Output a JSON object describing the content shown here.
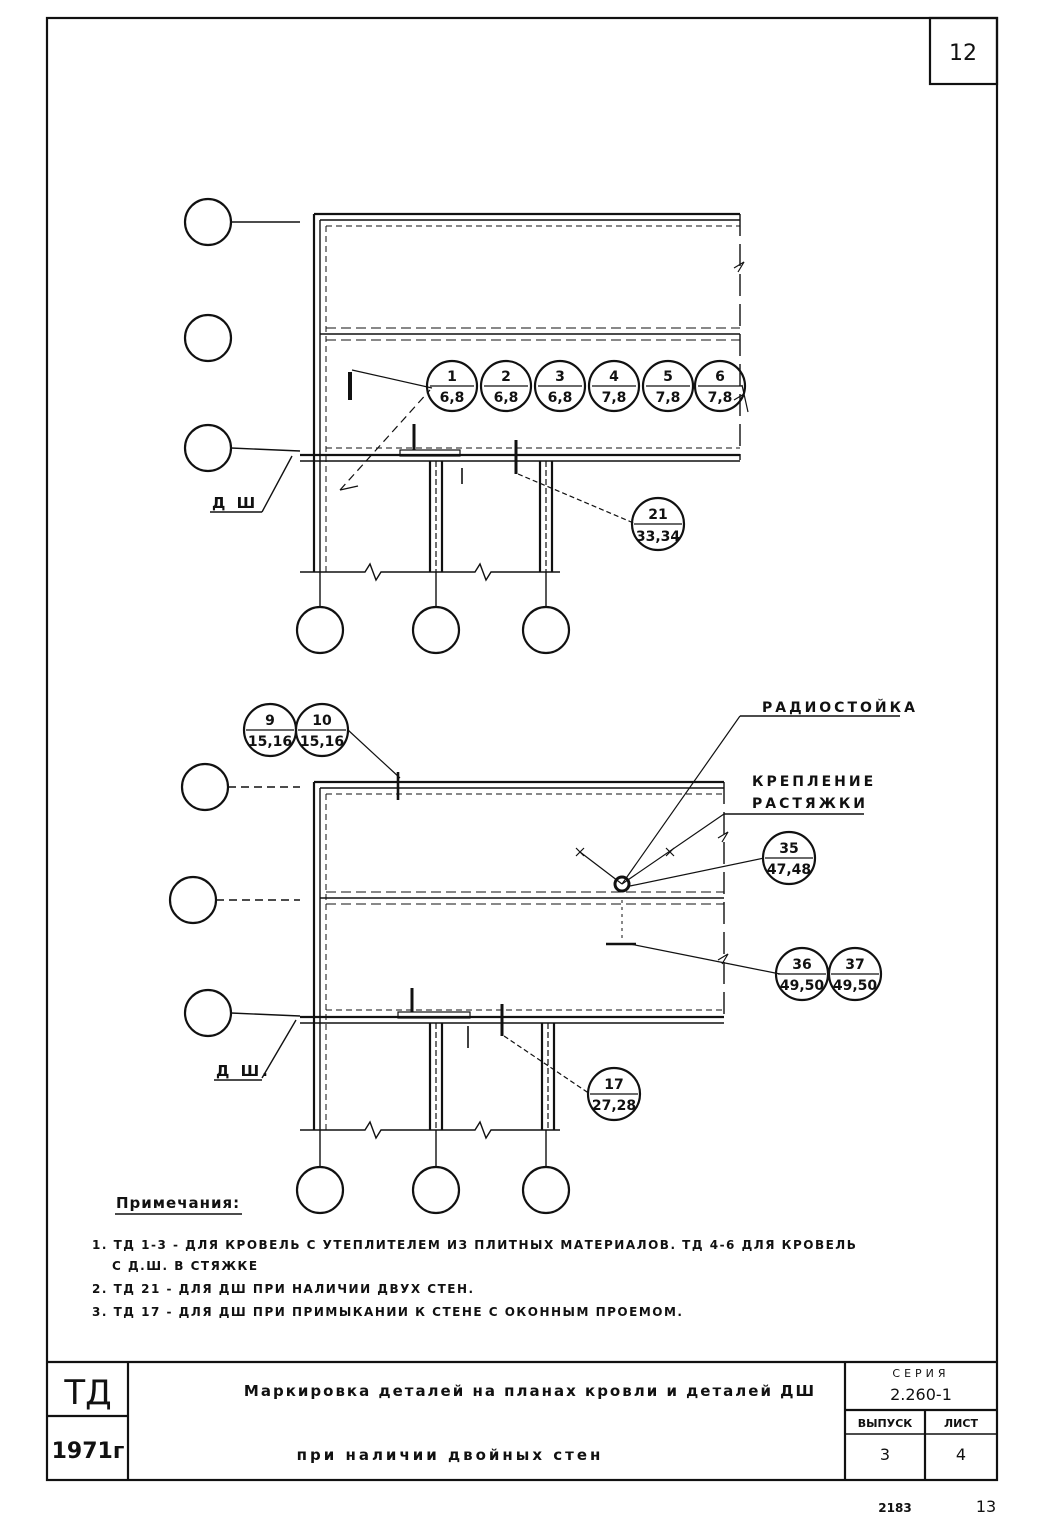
{
  "sheet_number": "12",
  "top_view": {
    "callouts_row": [
      {
        "num": "1",
        "sheet": "6,8"
      },
      {
        "num": "2",
        "sheet": "6,8"
      },
      {
        "num": "3",
        "sheet": "6,8"
      },
      {
        "num": "4",
        "sheet": "7,8"
      },
      {
        "num": "5",
        "sheet": "7,8"
      },
      {
        "num": "6",
        "sheet": "7,8"
      }
    ],
    "callout_21": {
      "num": "21",
      "sheet": "33,34"
    },
    "dsh_label": "Д Ш"
  },
  "bottom_view": {
    "callout_9": {
      "num": "9",
      "sheet": "15,16"
    },
    "callout_10": {
      "num": "10",
      "sheet": "15,16"
    },
    "callout_35": {
      "num": "35",
      "sheet": "47,48"
    },
    "callout_36": {
      "num": "36",
      "sheet": "49,50"
    },
    "callout_37": {
      "num": "37",
      "sheet": "49,50"
    },
    "callout_17": {
      "num": "17",
      "sheet": "27,28"
    },
    "label_radiostoika": "РАДИОСТОЙКА",
    "label_kreplenie_1": "КРЕПЛЕНИЕ",
    "label_kreplenie_2": "РАСТЯЖКИ",
    "dsh_label": "Д Ш."
  },
  "notes": {
    "title": "Примечания:",
    "lines": [
      "1. ТД 1-3 - ДЛЯ КРОВЕЛЬ С УТЕПЛИТЕЛЕМ ИЗ ПЛИТНЫХ МАТЕРИАЛОВ. ТД 4-6 ДЛЯ КРОВЕЛЬ",
      "С Д.Ш. В СТЯЖКЕ",
      "2. ТД 21 - ДЛЯ ДШ ПРИ НАЛИЧИИ ДВУХ СТЕН.",
      "3. ТД 17 - ДЛЯ ДШ ПРИ ПРИМЫКАНИИ К СТЕНЕ С ОКОННЫМ ПРОЕМОМ."
    ]
  },
  "title_block": {
    "code": "ТД",
    "year": "1971г",
    "title_line1": "Маркировка деталей на планах кровли и деталей ДШ",
    "title_line2": "при наличии двойных стен",
    "seria_label": "СЕРИЯ",
    "seria_value": "2.260-1",
    "vypusk_label": "ВЫПУСК",
    "vypusk_value": "3",
    "list_label": "ЛИСТ",
    "list_value": "4"
  },
  "footer": {
    "stamp": "2183",
    "page": "13"
  }
}
